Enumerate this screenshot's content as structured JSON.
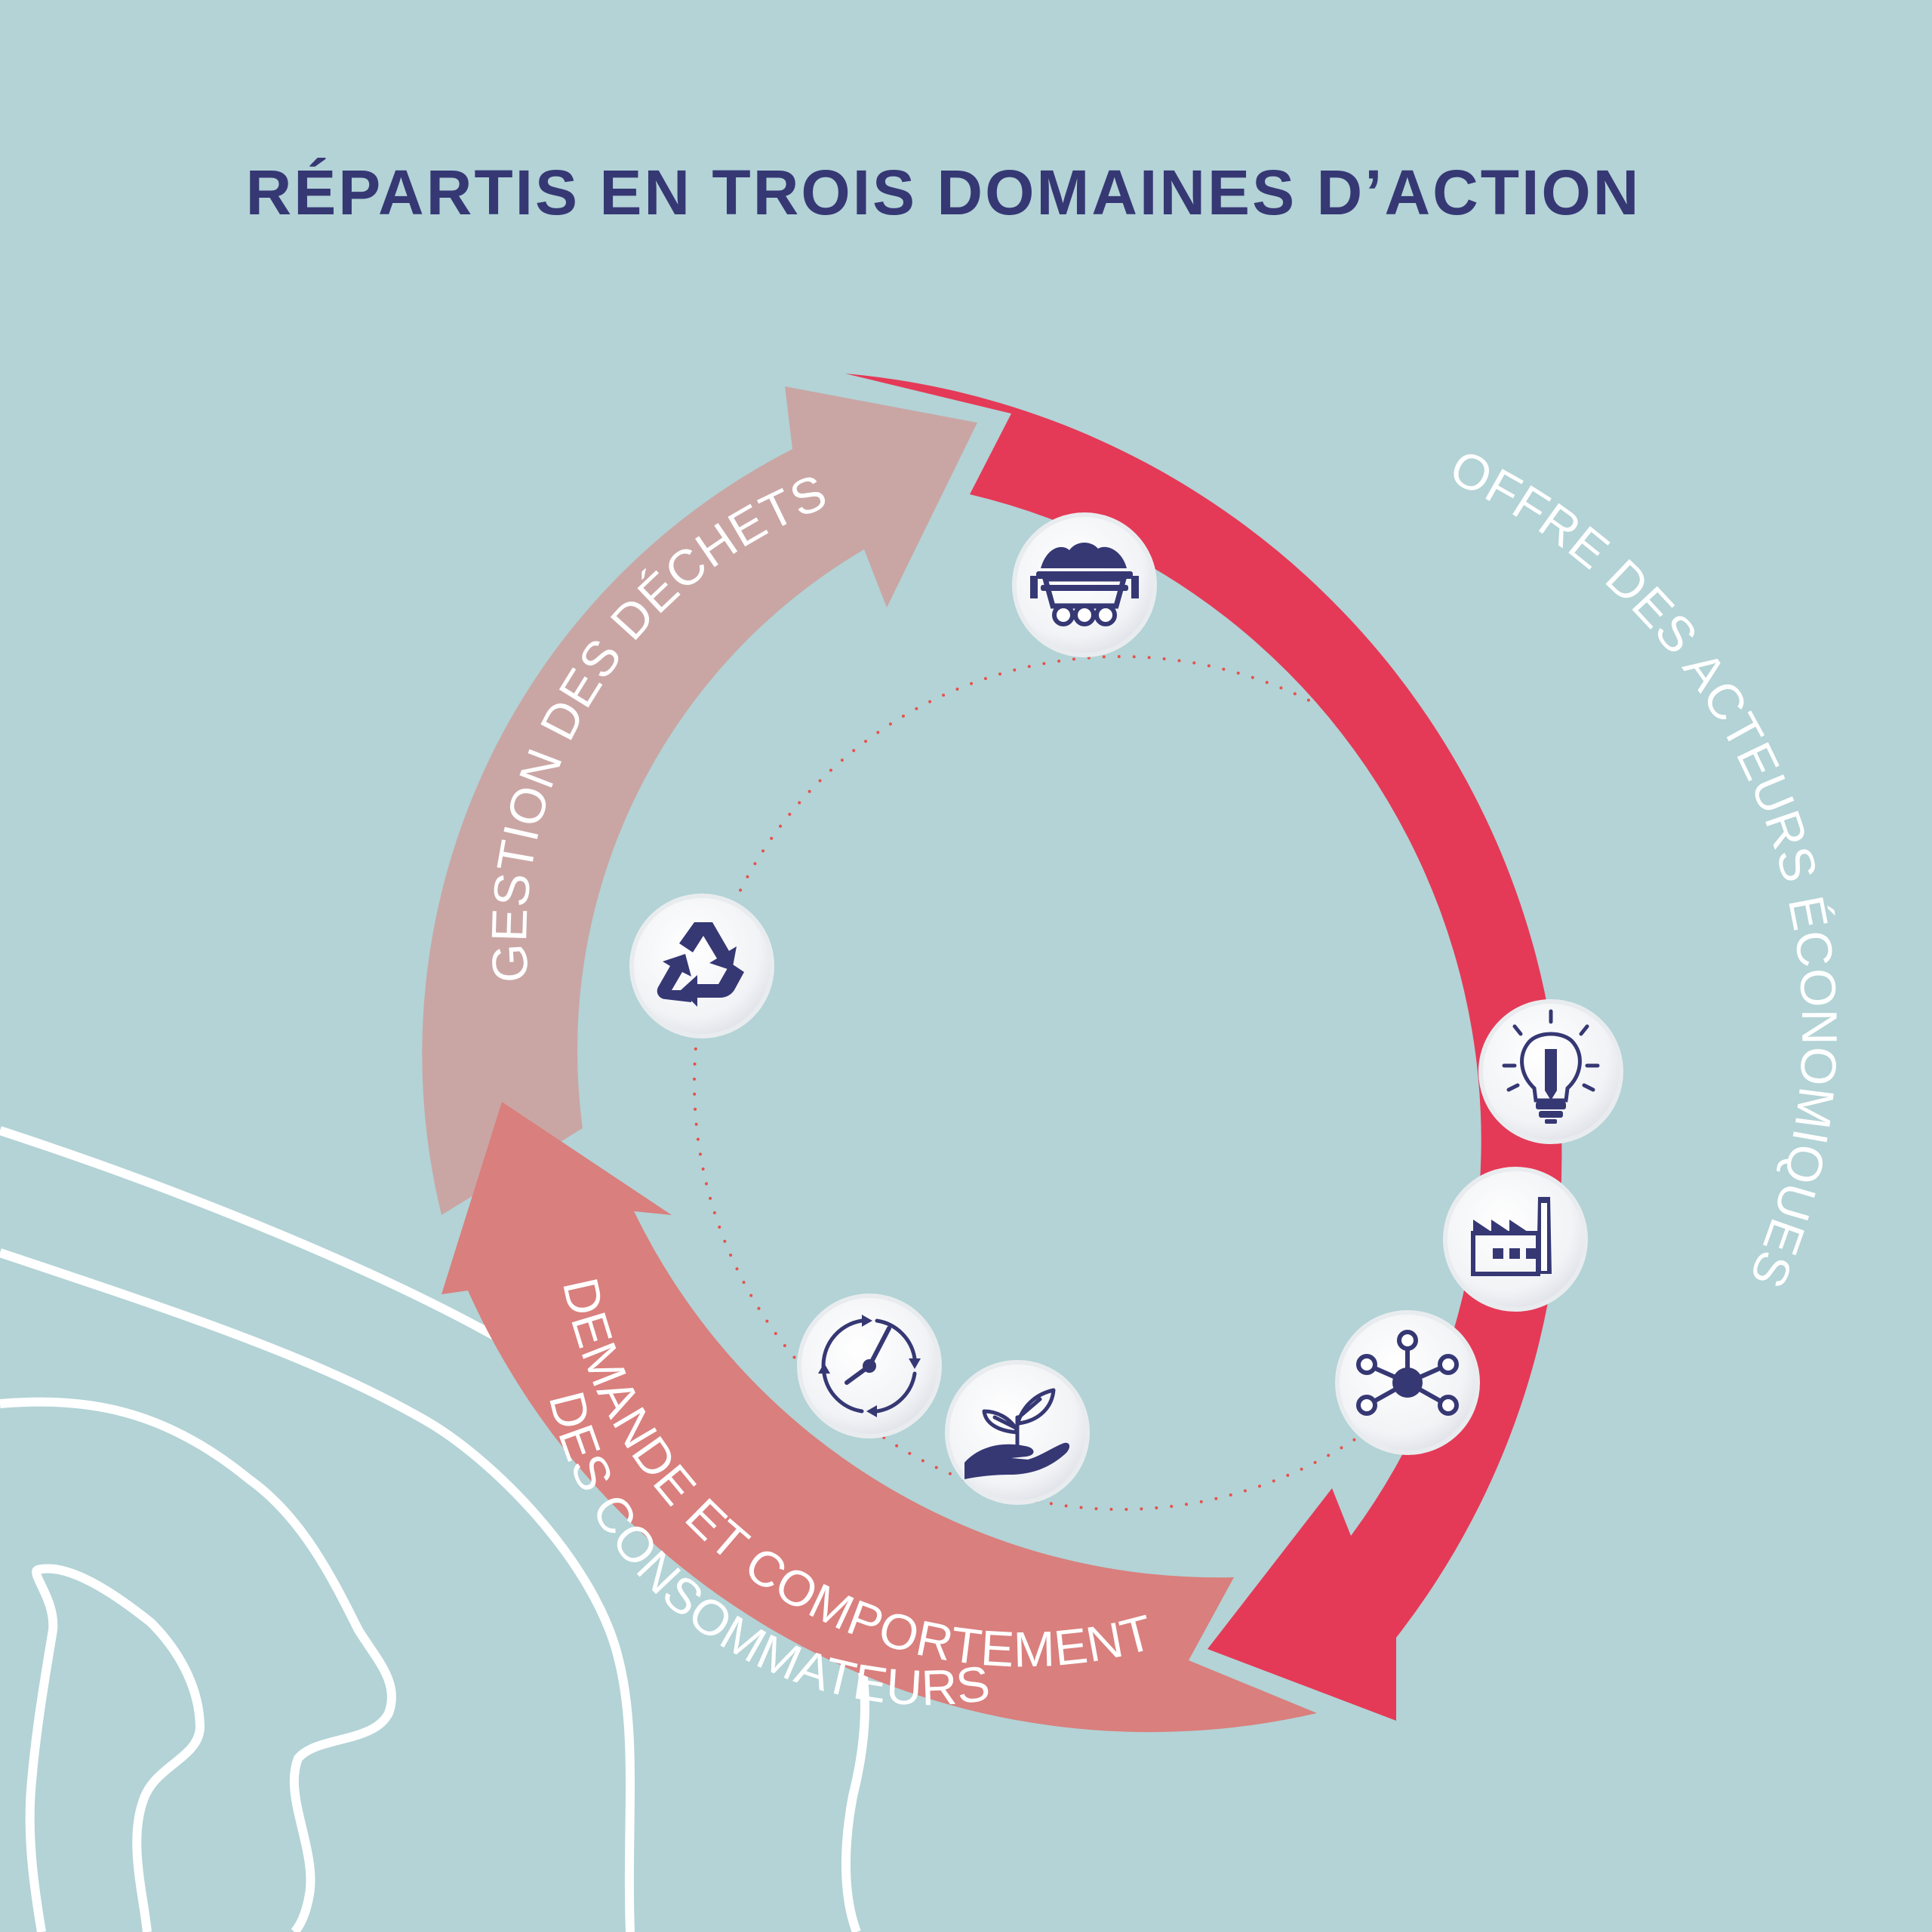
{
  "title": "RÉPARTIS EN TROIS DOMAINES D’ACTION",
  "colors": {
    "background": "#b3d3d6",
    "title": "#363874",
    "offre": "#e43a57",
    "demande": "#d97f7d",
    "gestion": "#c9a6a4",
    "dots": "#e8504a",
    "icon": "#363874"
  },
  "domains": [
    {
      "key": "offre",
      "lines": [
        "OFFRE DES ACTEURS ÉCONOMIQUES"
      ]
    },
    {
      "key": "demande",
      "lines": [
        "DEMANDE ET COMPORTEMENT",
        "DES CONSOMMATEURS"
      ]
    },
    {
      "key": "gestion",
      "lines": [
        "GESTION DES DÉCHETS"
      ]
    }
  ],
  "icons": [
    "mine-cart-icon",
    "lightbulb-pencil-icon",
    "factory-icon",
    "network-icon",
    "plant-in-hand-icon",
    "clock-cycle-icon",
    "recycle-icon"
  ]
}
